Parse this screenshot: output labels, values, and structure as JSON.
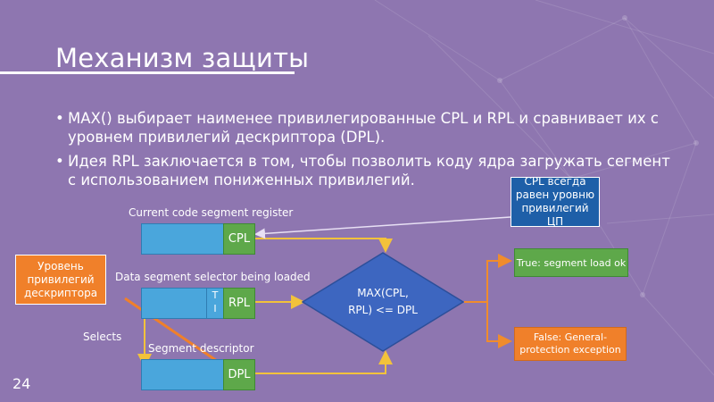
{
  "slide": {
    "title": "Механизм защиты",
    "bullets": [
      "MAX() выбирает наименее привилегированные CPL и RPL и сравнивает их с уровнем привилегий дескриптора (DPL).",
      "Идея RPL заключается в том, чтобы позволить коду ядра загружать сегмент с использованием пониженных привилегий."
    ],
    "number": "24"
  },
  "diagram": {
    "cpl_callout": "CPL всегда равен уровню привилегий ЦП",
    "current_code_label": "Current code segment register",
    "cpl": "CPL",
    "data_selector_label": "Data segment selector being loaded",
    "ti_t": "T",
    "ti_i": "I",
    "rpl": "RPL",
    "dpl_callout": "Уровень привилегий дескриптора",
    "selects": "Selects",
    "segment_descriptor_label": "Segment descriptor",
    "dpl": "DPL",
    "decision_line1": "MAX(CPL,",
    "decision_line2": "RPL) <= DPL",
    "true_box": "True: segment load ok",
    "false_box": "False: General-protection exception"
  },
  "colors": {
    "background": "#8e76b0",
    "register_blue": "#4aa6dc",
    "field_green": "#5ea84a",
    "decision_blue": "#3d66c0",
    "arrow_yellow": "#f2c23b",
    "arrow_orange": "#f08c2c",
    "callout_orange": "#f0802a",
    "callout_blue": "#1e5fa8"
  }
}
